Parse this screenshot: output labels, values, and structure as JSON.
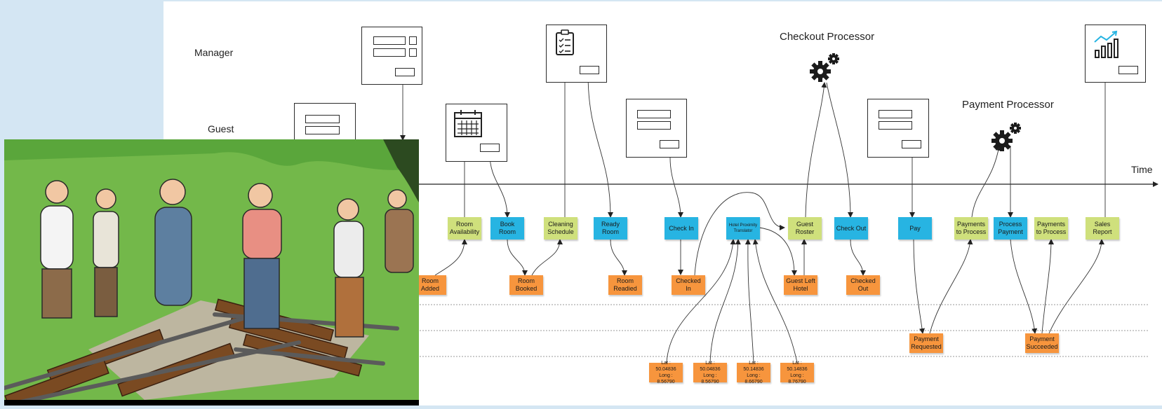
{
  "lanes": {
    "manager": "Manager",
    "guest": "Guest"
  },
  "processors": {
    "checkout": "Checkout Processor",
    "payment": "Payment Processor"
  },
  "timeline": {
    "label": "Time"
  },
  "stickies": {
    "room_availability": "Room Availability",
    "book_room": "Book Room",
    "cleaning_schedule": "Cleaning Schedule",
    "ready_room": "Ready Room",
    "check_in": "Check In",
    "hotel_proximity_translator": "Hotel Proximity Translator",
    "guest_roster": "Guest Roster",
    "check_out": "Check Out",
    "pay": "Pay",
    "payments_to_process_1": "Payments to Process",
    "process_payment": "Process Payment",
    "payments_to_process_2": "Payments to Process",
    "sales_report": "Sales Report",
    "room_added": "Room Added",
    "room_booked": "Room Booked",
    "room_readied": "Room Readied",
    "checked_in": "Checked In",
    "guest_left_hotel": "Guest Left Hotel",
    "checked_out": "Checked Out",
    "payment_requested": "Payment Requested",
    "payment_succeeded": "Payment Succeeded",
    "geo_1": "Lat : 50.04836 Long : 8.56790",
    "geo_2": "Lat : 50.04836 Long : 8.56790",
    "geo_3": "Lat : 50.14836 Long : 8.66790",
    "geo_4": "Lat : 50.14836 Long : 8.76790"
  },
  "icons": {
    "calendar": "calendar-icon",
    "checklist": "checklist-icon",
    "gears": "gears-icon",
    "chart": "chart-icon"
  },
  "colors": {
    "command": "#27b4e2",
    "read_model": "#cfe07c",
    "event": "#f7953d",
    "background": "#d4e6f3"
  },
  "overlay": {
    "cartoon": "cartoon of railway workers arguing over mismatched track ends"
  }
}
